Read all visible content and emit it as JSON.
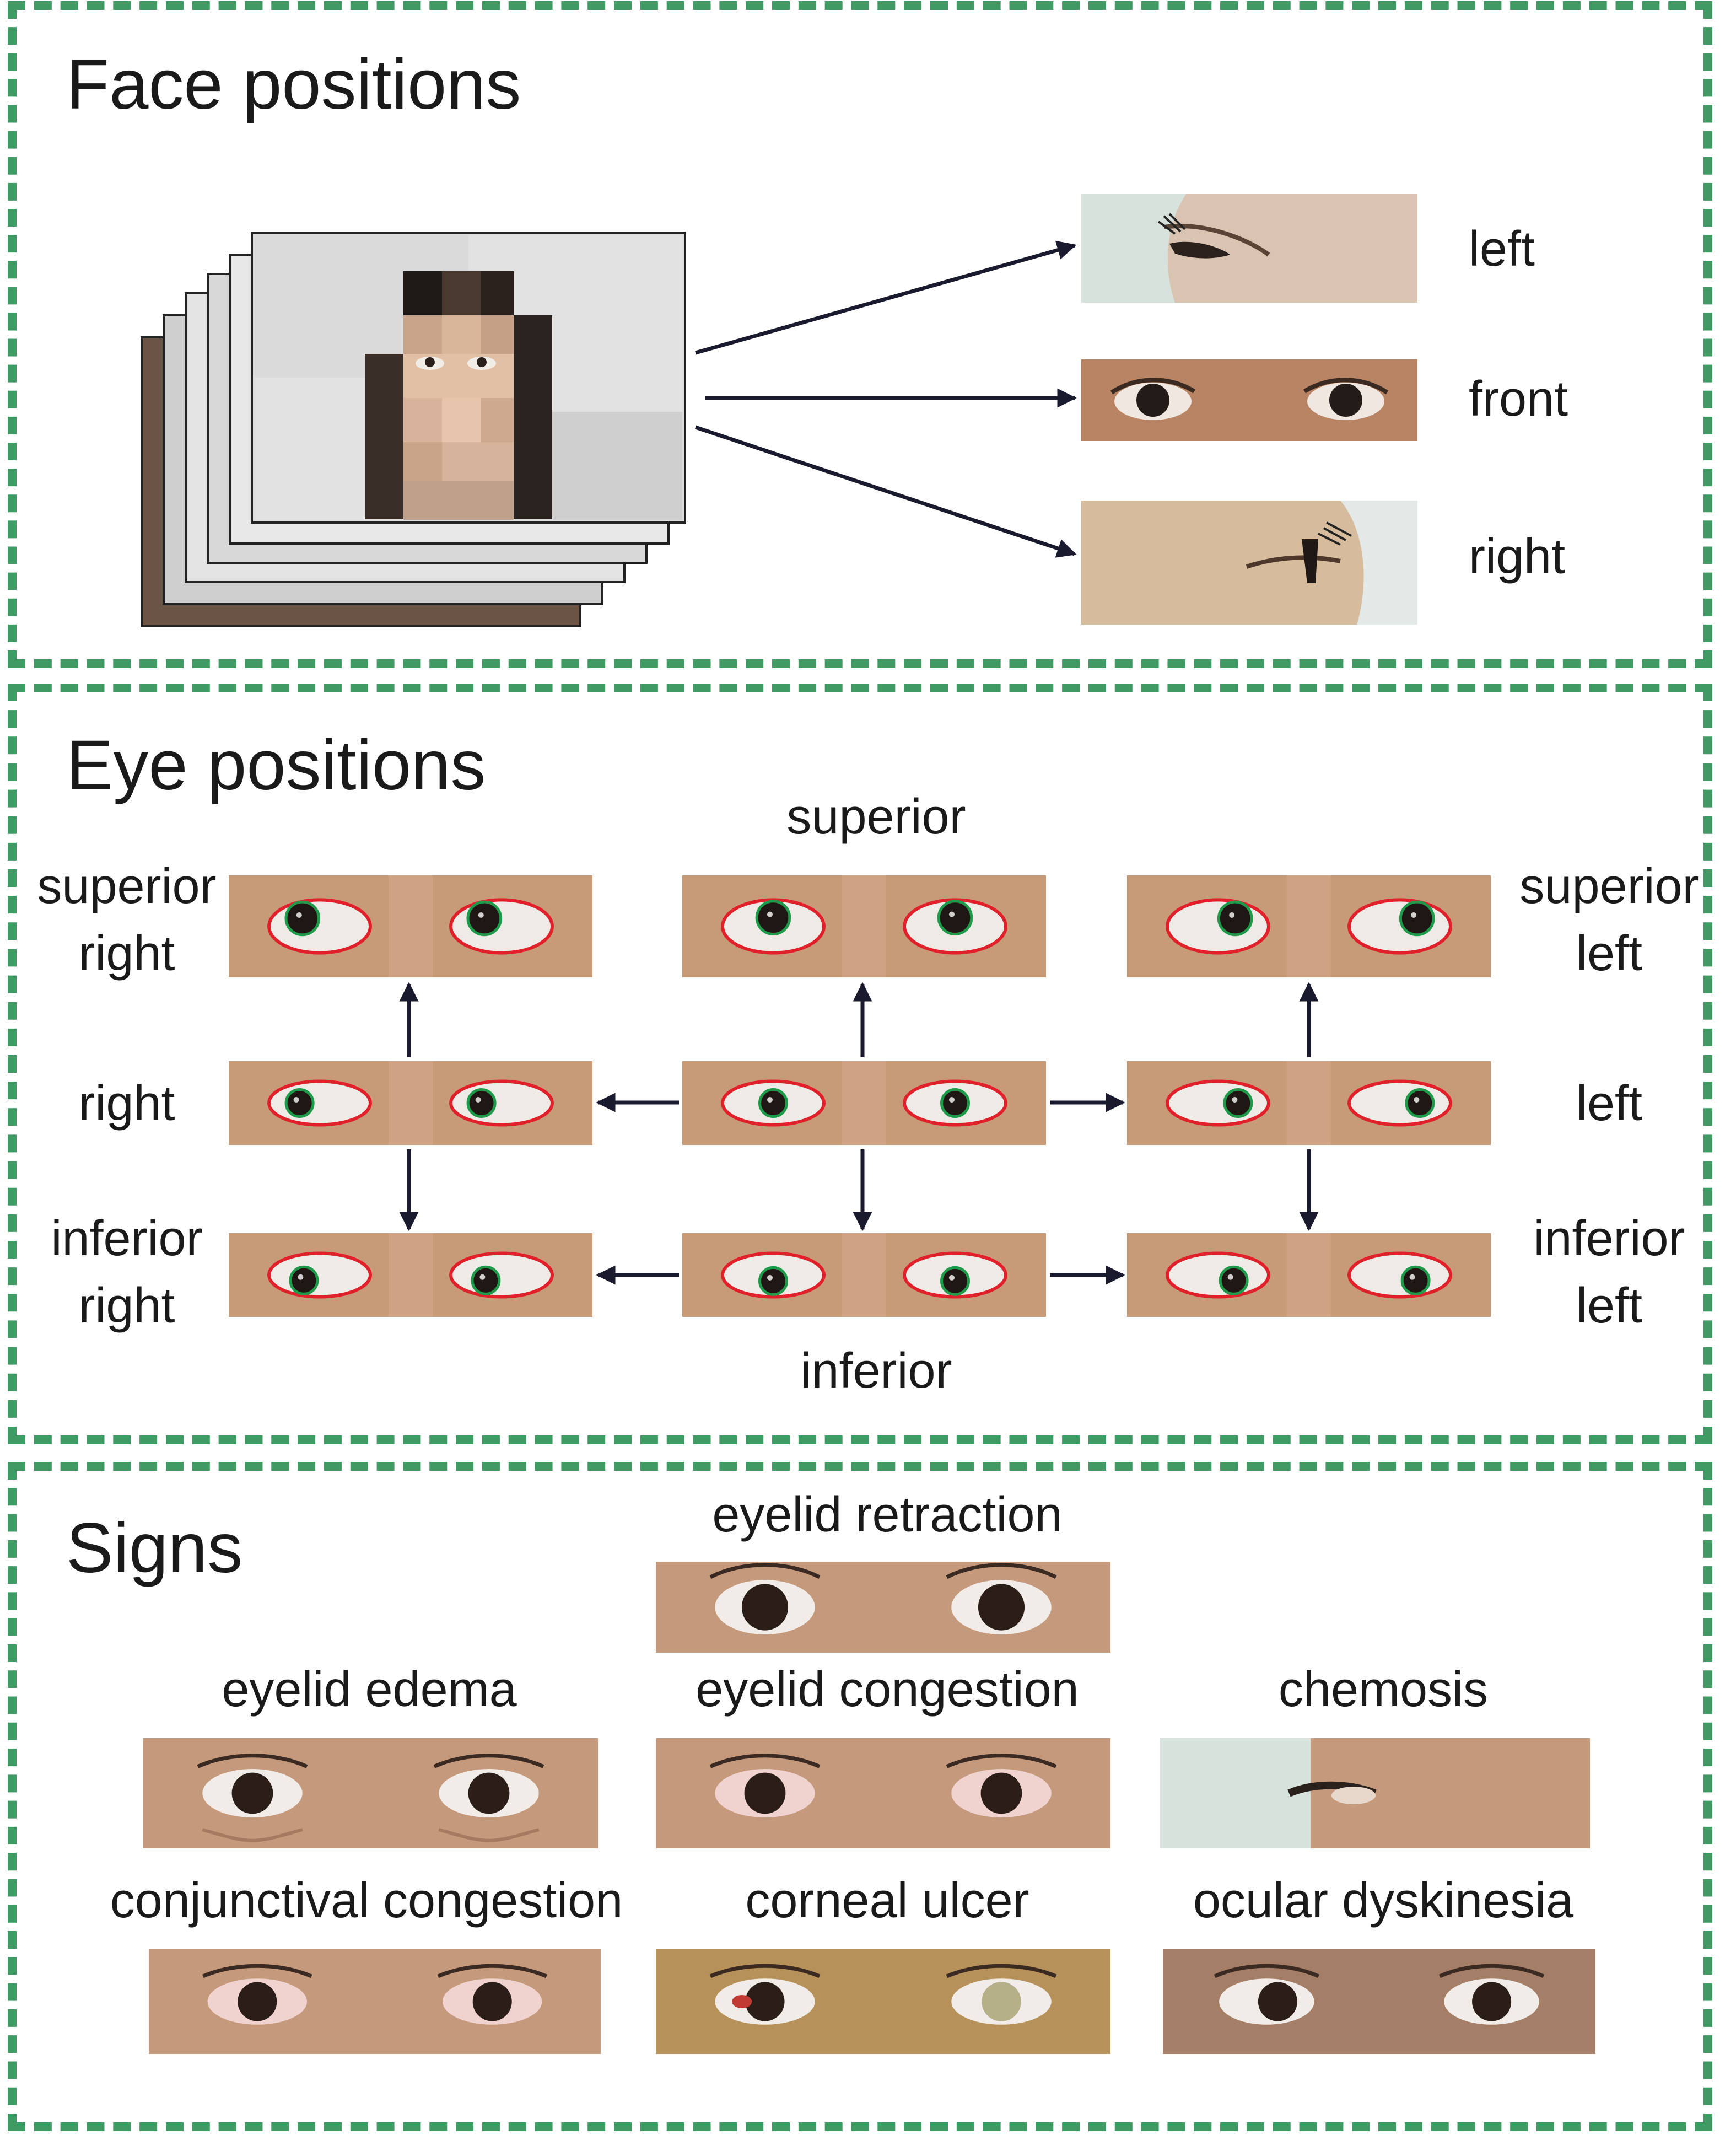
{
  "sections": {
    "face": {
      "title": "Face positions",
      "labels": {
        "left": "left",
        "front": "front",
        "right": "right"
      }
    },
    "eye": {
      "title": "Eye positions",
      "labels": {
        "superior": "superior",
        "inferior": "inferior",
        "superior_right_1": "superior",
        "superior_right_2": "right",
        "superior_left_1": "superior",
        "superior_left_2": "left",
        "right": "right",
        "left": "left",
        "inferior_right_1": "inferior",
        "inferior_right_2": "right",
        "inferior_left_1": "inferior",
        "inferior_left_2": "left"
      }
    },
    "signs": {
      "title": "Signs",
      "labels": {
        "eyelid_retraction": "eyelid retraction",
        "eyelid_edema": "eyelid edema",
        "eyelid_congestion": "eyelid congestion",
        "chemosis": "chemosis",
        "conjunctival_congestion": "conjunctival congestion",
        "corneal_ulcer": "corneal ulcer",
        "ocular_dyskinesia": "ocular dyskinesia"
      }
    }
  },
  "colors": {
    "border": "#3f9a64",
    "eyelid_contour": "#e0202a",
    "iris_contour": "#1f9a4a",
    "arrow": "#1a1a2e",
    "skin": "#c79a78"
  }
}
